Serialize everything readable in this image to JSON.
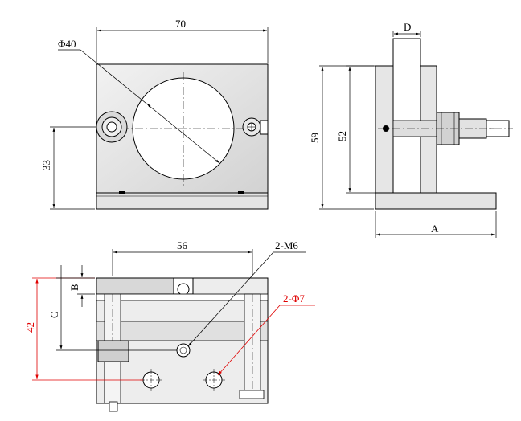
{
  "drawing": {
    "colors": {
      "line": "#000000",
      "dimension_red": "#e00000",
      "part_fill": "#e6e6e6",
      "part_fill_dark": "#cfcfcf",
      "background": "#ffffff"
    },
    "front_view": {
      "width_dim": "70",
      "circle_dim": "Φ40",
      "height_dim": "33"
    },
    "side_view": {
      "top_dim": "D",
      "overall_height_dim": "59",
      "inner_height_dim": "52",
      "base_width_dim": "A"
    },
    "top_view": {
      "width_dim": "56",
      "thread_callout": "2-M6",
      "hole_callout": "2-Φ7",
      "height_dim": "42",
      "offset_dim_b": "B",
      "offset_dim_c": "C"
    }
  }
}
